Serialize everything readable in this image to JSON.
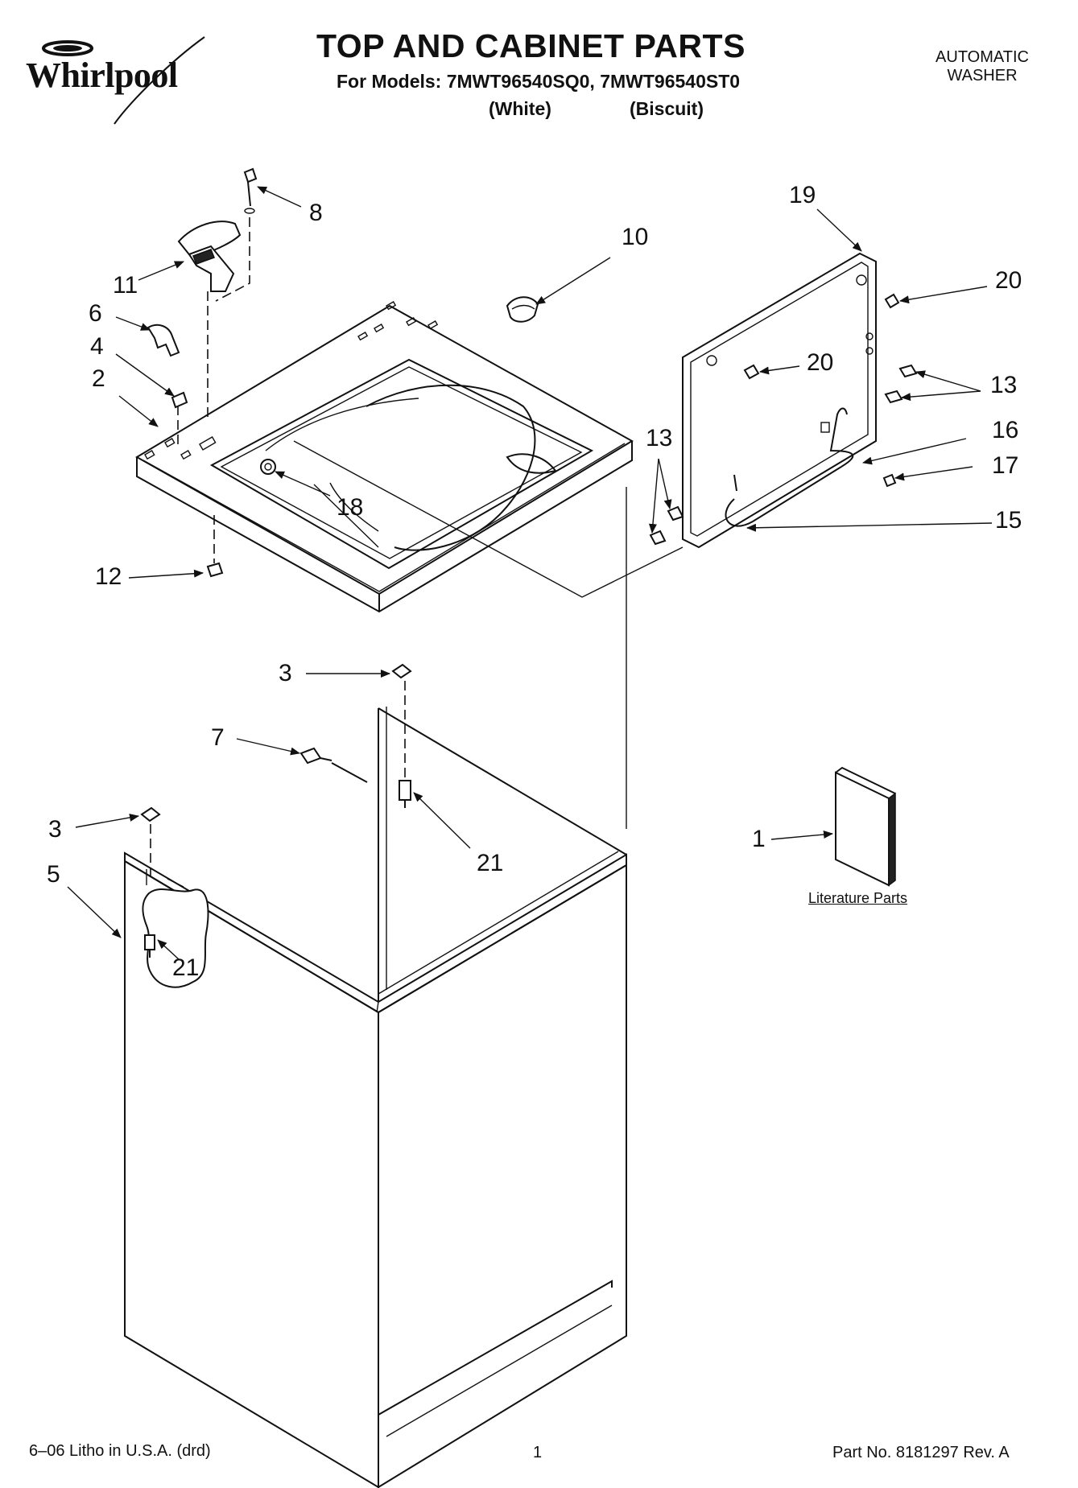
{
  "header": {
    "brand": "Whirlpool",
    "title": "TOP AND CABINET PARTS",
    "models_line": "For Models: 7MWT96540SQ0, 7MWT96540ST0",
    "variant_white": "(White)",
    "variant_biscuit": "(Biscuit)",
    "appliance_line1": "AUTOMATIC",
    "appliance_line2": "WASHER"
  },
  "callouts": {
    "c8": "8",
    "c10": "10",
    "c11": "11",
    "c6": "6",
    "c4": "4",
    "c2": "2",
    "c18": "18",
    "c12": "12",
    "c19": "19",
    "c20a": "20",
    "c20b": "20",
    "c13a": "13",
    "c13b": "13",
    "c16": "16",
    "c17": "17",
    "c15": "15",
    "c3a": "3",
    "c7": "7",
    "c21a": "21",
    "c3b": "3",
    "c5": "5",
    "c21b": "21",
    "c1": "1"
  },
  "literature_label": "Literature Parts",
  "footer": {
    "left": "6–06 Litho in U.S.A. (drd)",
    "page": "1",
    "part_no": "Part No. 8181297 Rev. A"
  }
}
